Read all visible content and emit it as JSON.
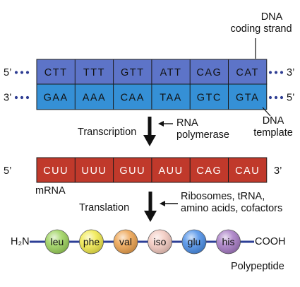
{
  "coding_label": [
    "DNA",
    "coding strand"
  ],
  "coding_strand": {
    "left_end": "5’",
    "right_end": "3’",
    "codons": [
      "CTT",
      "TTT",
      "GTT",
      "ATT",
      "CAG",
      "CAT"
    ],
    "color": "#5d74c8"
  },
  "template_strand": {
    "left_end": "3’",
    "right_end": "5’",
    "codons": [
      "GAA",
      "AAA",
      "CAA",
      "TAA",
      "GTC",
      "GTA"
    ],
    "color": "#3590d6"
  },
  "template_label": [
    "DNA",
    "template"
  ],
  "transcription": {
    "step": "Transcription",
    "enzyme": [
      "RNA",
      "polymerase"
    ]
  },
  "mrna": {
    "left_end": "5’",
    "right_end": "3’",
    "codons": [
      "CUU",
      "UUU",
      "GUU",
      "AUU",
      "CAG",
      "CAU"
    ],
    "label": "mRNA",
    "color": "#c0392b"
  },
  "translation": {
    "step": "Translation",
    "factors": [
      "Ribosomes, tRNA,",
      "amino acids, cofactors"
    ]
  },
  "polypeptide": {
    "n_terminus": "H₂N",
    "c_terminus": "COOH",
    "label": "Polypeptide",
    "amino_acids": [
      {
        "name": "leu",
        "color": "#9bd25a"
      },
      {
        "name": "phe",
        "color": "#f1e94a"
      },
      {
        "name": "val",
        "color": "#eda24e"
      },
      {
        "name": "iso",
        "color": "#f3c9bf"
      },
      {
        "name": "glu",
        "color": "#4a8ee8"
      },
      {
        "name": "his",
        "color": "#a67ac4"
      }
    ],
    "chain_color": "#2d3f96"
  },
  "dot_color": "#2f3e93"
}
